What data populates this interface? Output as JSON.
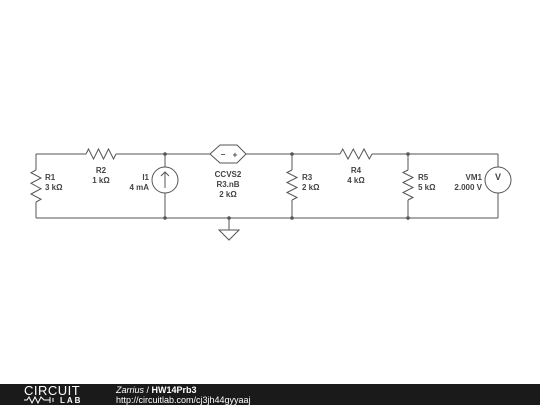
{
  "components": {
    "r1": {
      "name": "R1",
      "value": "3 kΩ"
    },
    "r2": {
      "name": "R2",
      "value": "1 kΩ"
    },
    "i1": {
      "name": "I1",
      "value": "4 mA"
    },
    "ccvs2": {
      "name": "CCVS2",
      "expr": "R3.nB",
      "value": "2 kΩ"
    },
    "r3": {
      "name": "R3",
      "value": "2 kΩ"
    },
    "r4": {
      "name": "R4",
      "value": "4 kΩ"
    },
    "r5": {
      "name": "R5",
      "value": "5 kΩ"
    },
    "vm1": {
      "name": "VM1",
      "value": "2.000 V",
      "symbol": "V"
    }
  },
  "ccvs_signs": {
    "minus": "−",
    "plus": "+"
  },
  "footer": {
    "logo_top": "CIRCUIT",
    "logo_bottom": "LAB",
    "author": "Zarrius",
    "separator": " / ",
    "title": "HW14Prb3",
    "url": "http://circuitlab.com/cj3jh44gyyaaj"
  },
  "colors": {
    "wire": "#555555",
    "footer_bg": "#1a1a1a"
  },
  "icons": [
    "ground-icon",
    "resistor-icon",
    "current-source-icon",
    "ccvs-icon",
    "voltmeter-icon",
    "logo-wave-icon"
  ]
}
